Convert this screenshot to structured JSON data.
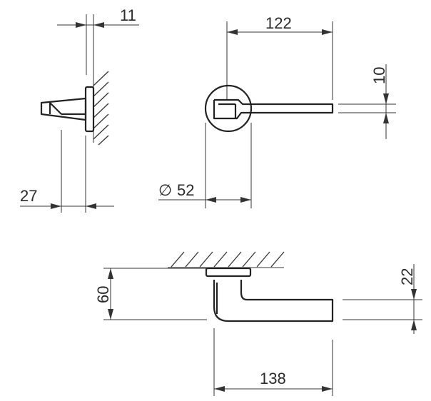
{
  "dimensions": {
    "rose_thickness": "11",
    "projection": "27",
    "lever_length": "122",
    "lever_width": "10",
    "rose_diameter_symbol": "∅",
    "rose_diameter": "52",
    "height": "60",
    "lever_height": "22",
    "overall_length": "138"
  }
}
